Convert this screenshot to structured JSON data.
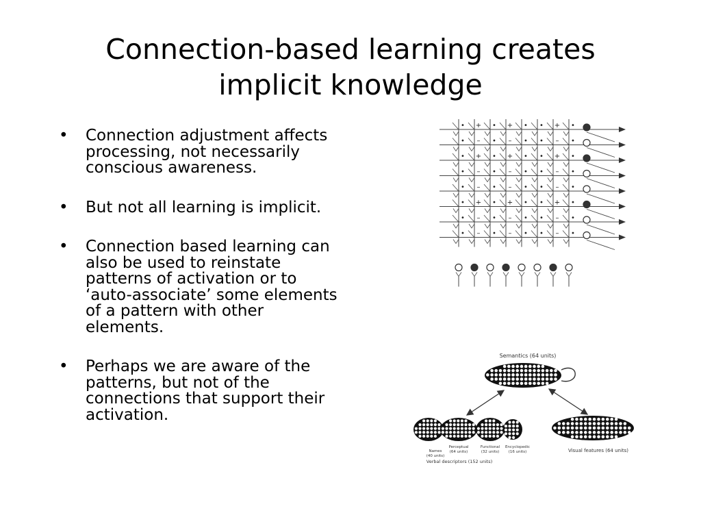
{
  "slide": {
    "title_line1": "Connection-based learning creates",
    "title_line2": "implicit knowledge",
    "bullets": [
      "Connection adjustment affects processing, not necessarily conscious awareness.",
      "But not all learning is implicit.",
      "Connection based learning can also be used to reinstate patterns of activation or to ‘auto-associate’ some elements of a pattern with other elements.",
      "Perhaps we are aware of the patterns, but not of the connections that support their activation."
    ]
  },
  "network_figure": {
    "rows": 8,
    "columns": 8,
    "row_units_filled": [
      true,
      false,
      true,
      false,
      false,
      true,
      false,
      false
    ],
    "column_units_filled": [
      false,
      true,
      false,
      true,
      false,
      false,
      true,
      false
    ],
    "weight_signs": [
      [
        "•",
        "+",
        "•",
        "+",
        "•",
        "•",
        "+",
        "•"
      ],
      [
        "•",
        "–",
        "•",
        "–",
        "•",
        "•",
        "–",
        "•"
      ],
      [
        "•",
        "+",
        "•",
        "+",
        "•",
        "•",
        "+",
        "•"
      ],
      [
        "•",
        "–",
        "•",
        "–",
        "•",
        "•",
        "–",
        "•"
      ],
      [
        "•",
        "–",
        "•",
        "–",
        "•",
        "•",
        "–",
        "•"
      ],
      [
        "•",
        "+",
        "•",
        "+",
        "•",
        "•",
        "+",
        "•"
      ],
      [
        "•",
        "–",
        "•",
        "–",
        "•",
        "•",
        "–",
        "•"
      ],
      [
        "•",
        "–",
        "•",
        "–",
        "•",
        "•",
        "–",
        "•"
      ]
    ]
  },
  "semantic_figure": {
    "semantics_label": "Semantics (64 units)",
    "groups": [
      {
        "name": "Names",
        "units": "(40 units)"
      },
      {
        "name": "Perceptual",
        "units": "(64 units)"
      },
      {
        "name": "Functional",
        "units": "(32 units)"
      },
      {
        "name": "Encyclopedic",
        "units": "(16 units)"
      }
    ],
    "verbal_label": "Verbal descriptors (152 units)",
    "visual_label": "Visual features (64 units)"
  }
}
